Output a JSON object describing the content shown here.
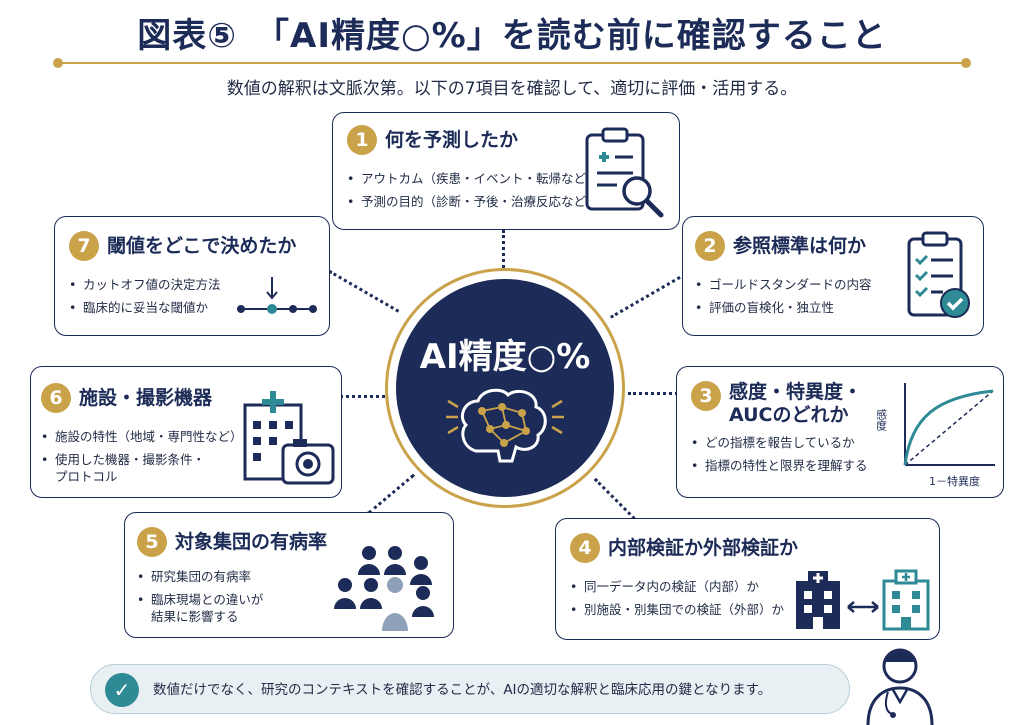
{
  "header": {
    "title": "図表⑤　「AI精度○%」を読む前に確認すること",
    "subtitle": "数値の解釈は文脈次第。以下の7項目を確認して、適切に評価・活用する。"
  },
  "center": {
    "label": "AI精度○%"
  },
  "items": [
    {
      "num": "1",
      "title": "何を予測したか",
      "bullets": [
        "アウトカム（疾患・イベント・転帰など）",
        "予測の目的（診断・予後・治療反応など）"
      ]
    },
    {
      "num": "2",
      "title": "参照標準は何か",
      "bullets": [
        "ゴールドスタンダードの内容",
        "評価の盲検化・独立性"
      ]
    },
    {
      "num": "3",
      "title": "感度・特異度・\nAUCのどれか",
      "bullets": [
        "どの指標を報告しているか",
        "指標の特性と限界を理解する"
      ],
      "roc": {
        "ylabel": "感度",
        "xlabel": "1－特異度"
      }
    },
    {
      "num": "4",
      "title": "内部検証か外部検証か",
      "bullets": [
        "同一データ内の検証（内部）か",
        "別施設・別集団での検証（外部）か"
      ]
    },
    {
      "num": "5",
      "title": "対象集団の有病率",
      "bullets": [
        "研究集団の有病率",
        "臨床現場との違いが\n結果に影響する"
      ]
    },
    {
      "num": "6",
      "title": "施設・撮影機器",
      "bullets": [
        "施設の特性（地域・専門性など）",
        "使用した機器・撮影条件・\nプロトコル"
      ]
    },
    {
      "num": "7",
      "title": "閾値をどこで決めたか",
      "bullets": [
        "カットオフ値の決定方法",
        "臨床的に妥当な閾値か"
      ]
    }
  ],
  "footer": {
    "text": "数値だけでなく、研究のコンテキストを確認することが、AIの適切な解釈と臨床応用の鍵となります。"
  },
  "colors": {
    "navy": "#1c2b57",
    "gold": "#c9a24a",
    "teal": "#2e8a94"
  }
}
